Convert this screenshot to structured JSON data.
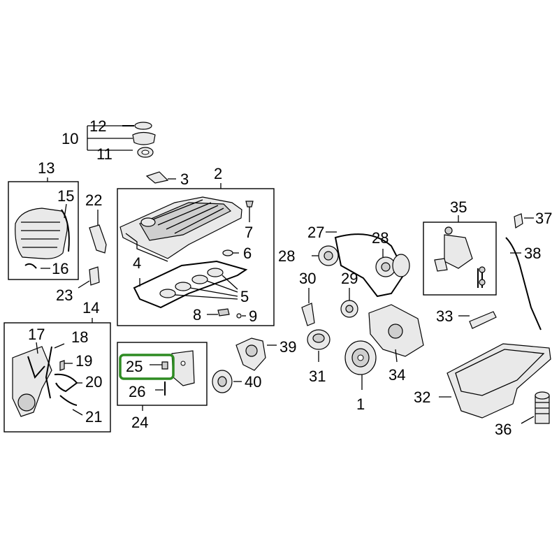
{
  "callouts": {
    "c1": "1",
    "c2": "2",
    "c3": "3",
    "c4": "4",
    "c5": "5",
    "c6": "6",
    "c7": "7",
    "c8": "8",
    "c9": "9",
    "c10": "10",
    "c11": "11",
    "c12": "12",
    "c13": "13",
    "c14": "14",
    "c15": "15",
    "c16": "16",
    "c17": "17",
    "c18": "18",
    "c19": "19",
    "c20": "20",
    "c21": "21",
    "c22": "22",
    "c23": "23",
    "c24": "24",
    "c25": "25",
    "c26": "26",
    "c27": "27",
    "c28a": "28",
    "c28b": "28",
    "c29": "29",
    "c30": "30",
    "c31": "31",
    "c32": "32",
    "c33": "33",
    "c34": "34",
    "c35": "35",
    "c36": "36",
    "c37": "37",
    "c38": "38",
    "c39": "39",
    "c40": "40"
  },
  "highlight": {
    "callout": "25",
    "color": "#2e8b22"
  }
}
